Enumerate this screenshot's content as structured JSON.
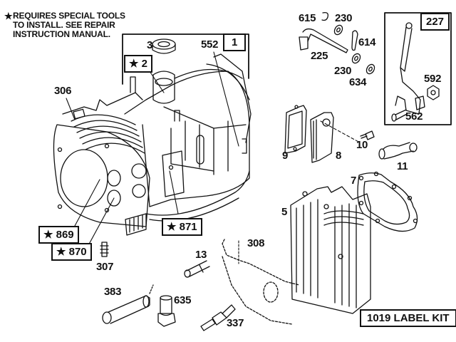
{
  "note": {
    "symbol": "★",
    "lines": [
      "REQUIRES SPECIAL TOOLS",
      "TO INSTALL.  SEE REPAIR",
      "INSTRUCTION MANUAL."
    ]
  },
  "callouts": {
    "p1": "1",
    "p2": "★ 2",
    "p3": "3",
    "p5": "5",
    "p7": "7",
    "p8": "8",
    "p9": "9",
    "p10": "10",
    "p11": "11",
    "p13": "13",
    "p225": "225",
    "p227": "227",
    "p230a": "230",
    "p230b": "230",
    "p306": "306",
    "p307": "307",
    "p308": "308",
    "p337": "337",
    "p383": "383",
    "p552": "552",
    "p562": "562",
    "p592": "592",
    "p614": "614",
    "p615": "615",
    "p634": "634",
    "p635": "635",
    "p869": "★ 869",
    "p870": "★ 870",
    "p871": "★ 871",
    "p1019": "1019 LABEL KIT"
  },
  "parts": [
    {
      "id": "1",
      "name": "cylinder-assembly",
      "boxed": true
    },
    {
      "id": "2",
      "name": "bushing",
      "special_tools": true,
      "boxed": true
    },
    {
      "id": "3",
      "name": "oil-seal"
    },
    {
      "id": "5",
      "name": "cylinder-head"
    },
    {
      "id": "7",
      "name": "head-gasket"
    },
    {
      "id": "8",
      "name": "breather-assembly"
    },
    {
      "id": "9",
      "name": "breather-gasket"
    },
    {
      "id": "10",
      "name": "screw"
    },
    {
      "id": "11",
      "name": "breather-tube"
    },
    {
      "id": "13",
      "name": "stud"
    },
    {
      "id": "225",
      "name": "governor-crank"
    },
    {
      "id": "227",
      "name": "governor-lever",
      "boxed": true
    },
    {
      "id": "230",
      "name": "washer"
    },
    {
      "id": "306",
      "name": "cylinder-shield"
    },
    {
      "id": "307",
      "name": "screw"
    },
    {
      "id": "308",
      "name": "air-guide"
    },
    {
      "id": "337",
      "name": "spark-plug"
    },
    {
      "id": "383",
      "name": "dipstick-tube"
    },
    {
      "id": "552",
      "name": "gasket"
    },
    {
      "id": "562",
      "name": "bolt"
    },
    {
      "id": "592",
      "name": "nut"
    },
    {
      "id": "614",
      "name": "retainer"
    },
    {
      "id": "615",
      "name": "ring"
    },
    {
      "id": "634",
      "name": "seal"
    },
    {
      "id": "635",
      "name": "plug"
    },
    {
      "id": "869",
      "name": "bushing",
      "special_tools": true,
      "boxed": true
    },
    {
      "id": "870",
      "name": "bushing",
      "special_tools": true,
      "boxed": true
    },
    {
      "id": "871",
      "name": "seal",
      "special_tools": true,
      "boxed": true
    },
    {
      "id": "1019",
      "name": "label-kit",
      "boxed": true
    }
  ],
  "colors": {
    "ink": "#111111",
    "paper": "#ffffff"
  }
}
